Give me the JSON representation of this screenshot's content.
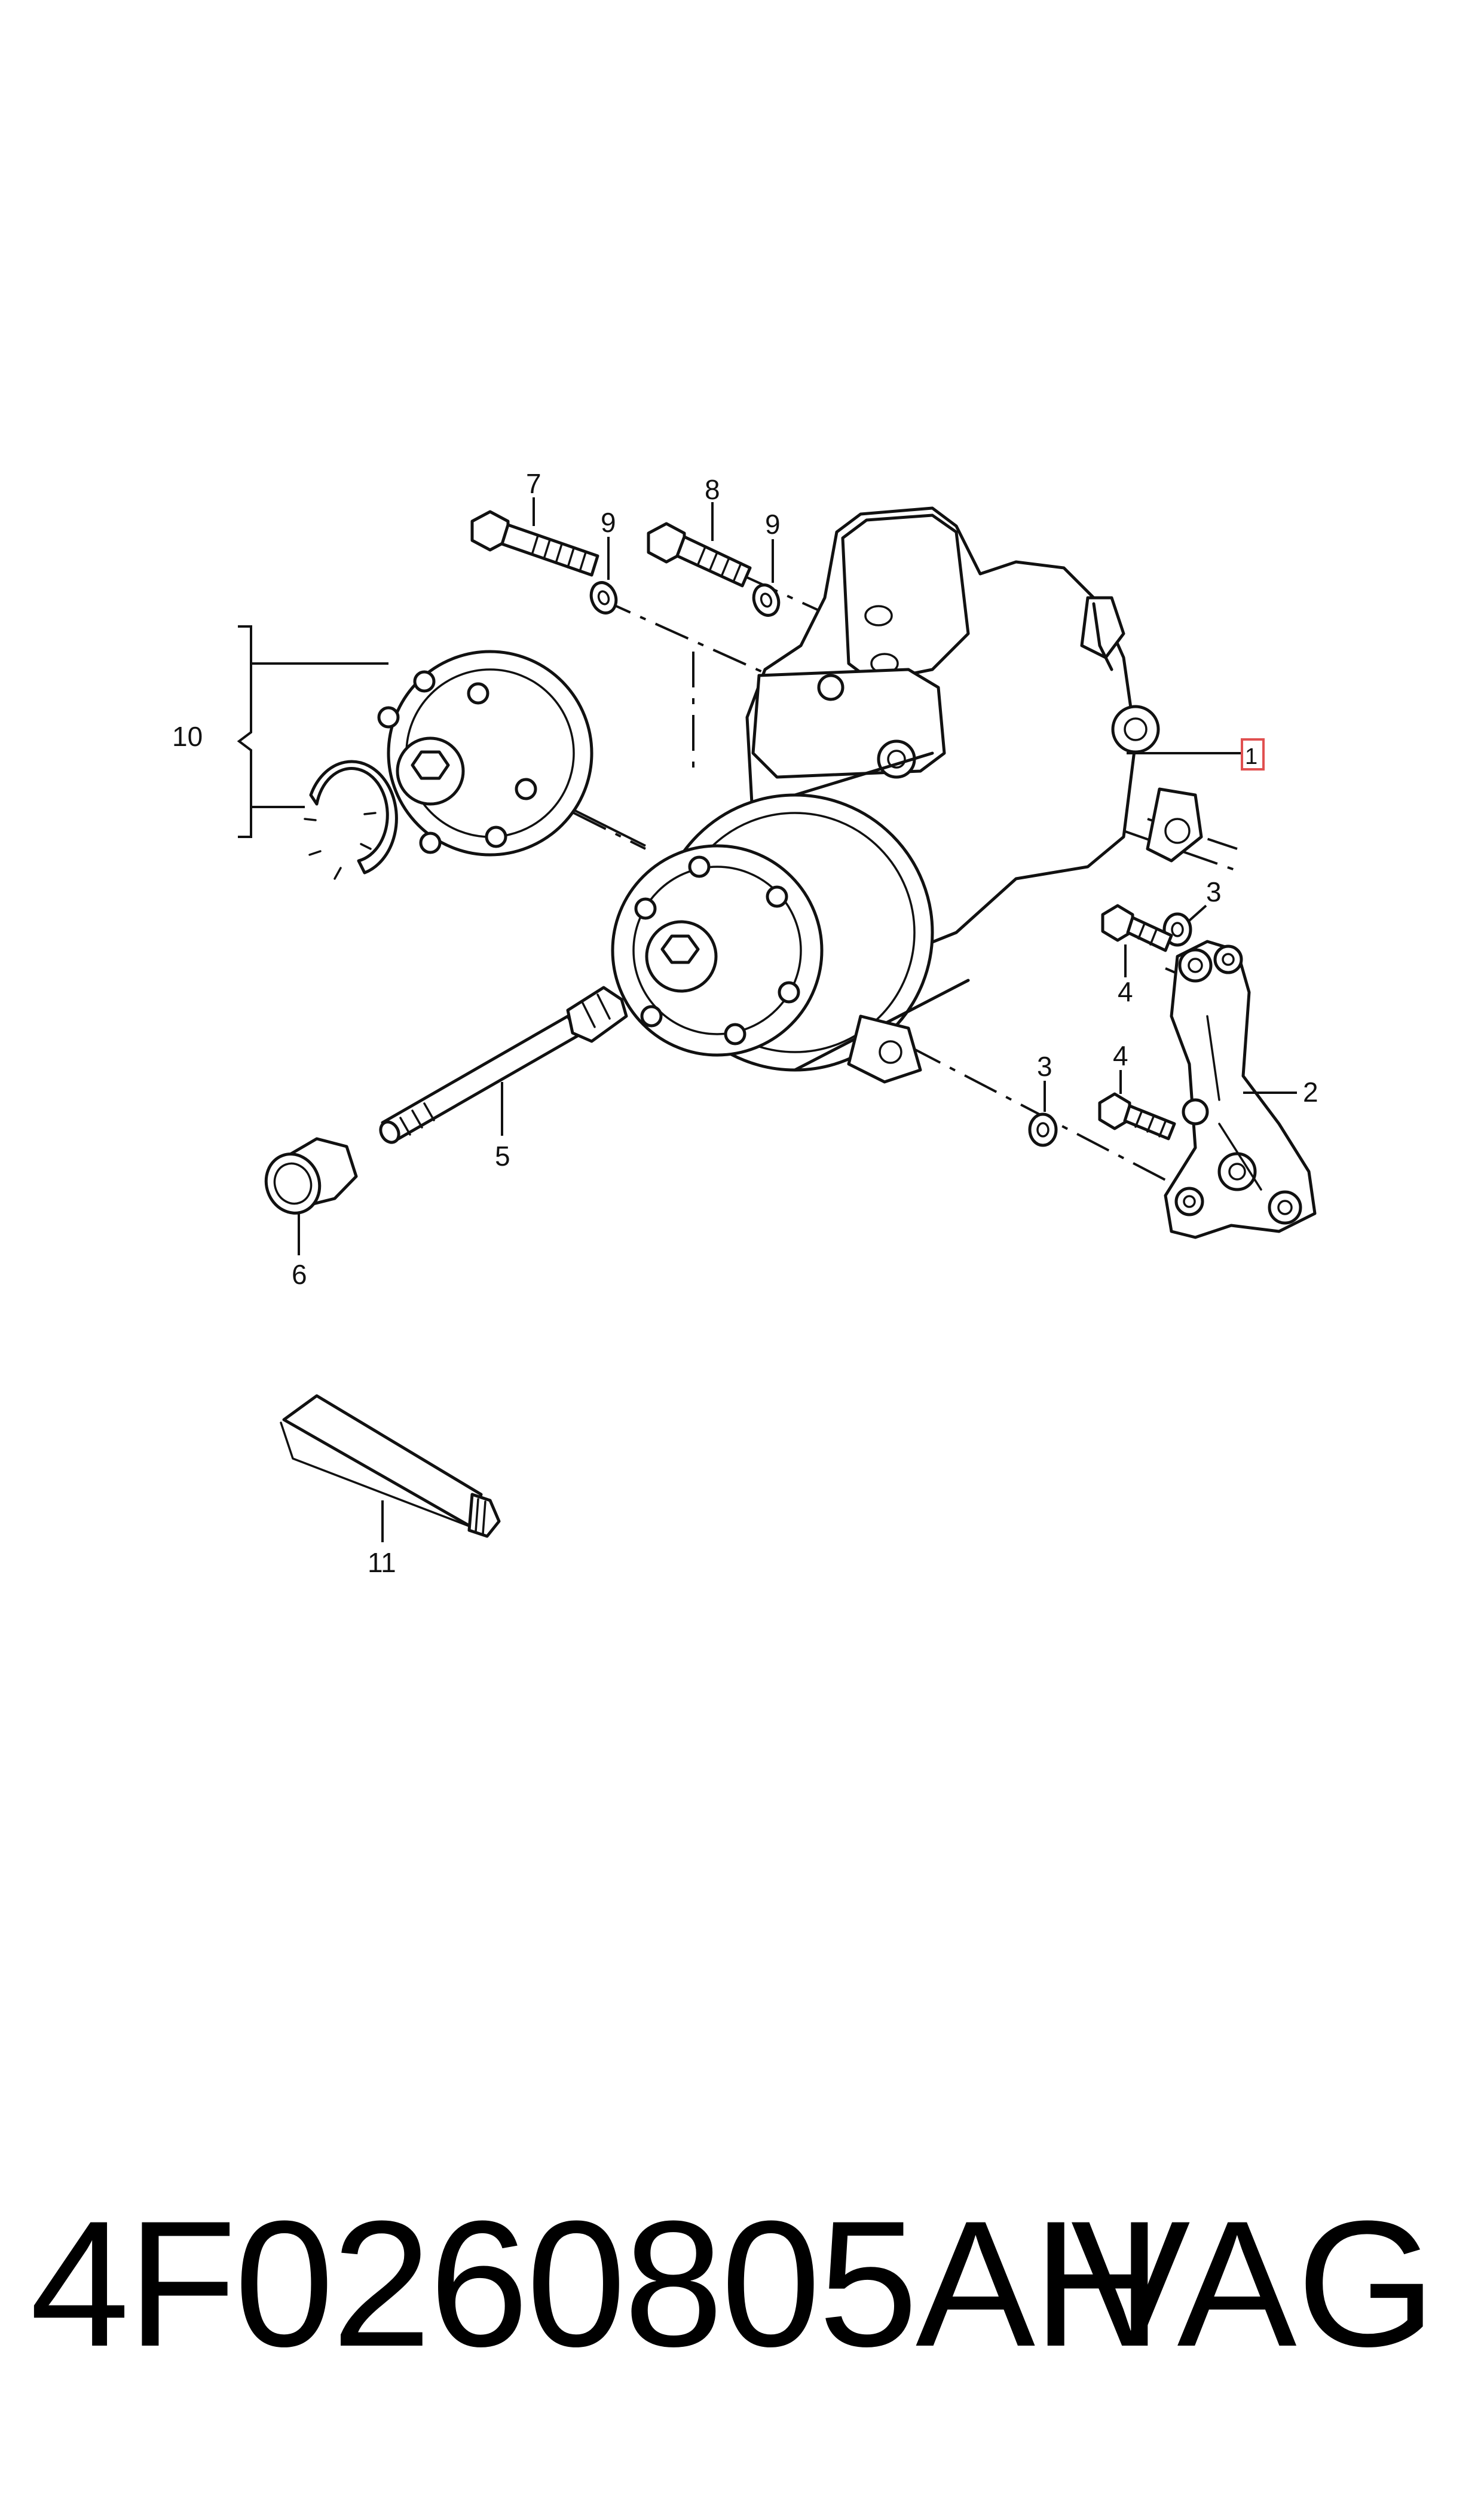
{
  "callouts": {
    "c1": "1",
    "c2": "2",
    "c3a": "3",
    "c3b": "3",
    "c4a": "4",
    "c4b": "4",
    "c5": "5",
    "c6": "6",
    "c7": "7",
    "c8": "8",
    "c9a": "9",
    "c9b": "9",
    "c10": "10",
    "c11": "11"
  },
  "footer": {
    "part_number": "4F0260805AH",
    "brand": "VAG"
  },
  "colors": {
    "line": "#111111",
    "highlight_box": "#e05050",
    "background": "#ffffff"
  }
}
